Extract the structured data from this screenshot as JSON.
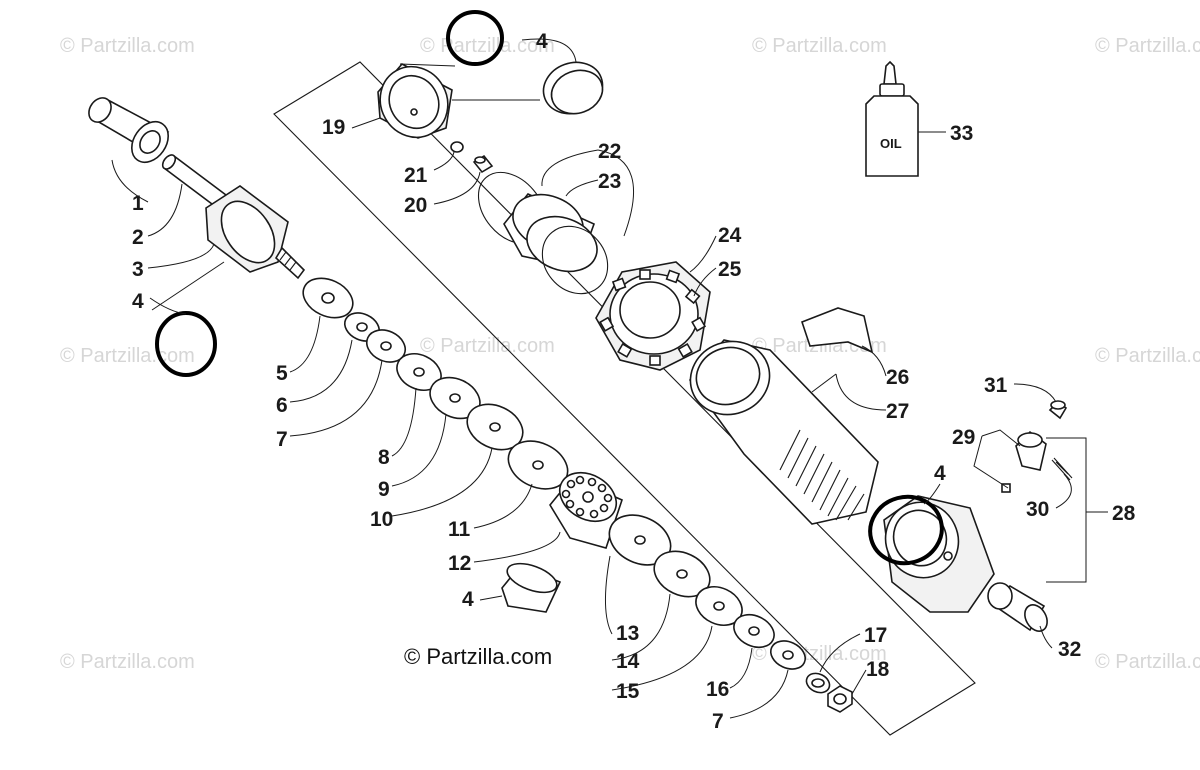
{
  "watermark_text": "© Partzilla.com",
  "copyright_text": "© Partzilla.com",
  "oil_label": "OIL",
  "callouts": {
    "c1": "1",
    "c2": "2",
    "c3": "3",
    "c4a": "4",
    "c4b": "4",
    "c4c": "4",
    "c4d": "4",
    "c5": "5",
    "c6": "6",
    "c7a": "7",
    "c7b": "7",
    "c8": "8",
    "c9": "9",
    "c10": "10",
    "c11": "11",
    "c12": "12",
    "c13": "13",
    "c14": "14",
    "c15": "15",
    "c16": "16",
    "c17": "17",
    "c18": "18",
    "c19": "19",
    "c20": "20",
    "c21": "21",
    "c22": "22",
    "c23": "23",
    "c24": "24",
    "c25": "25",
    "c26": "26",
    "c27": "27",
    "c28": "28",
    "c29": "29",
    "c30": "30",
    "c31": "31",
    "c32": "32",
    "c33": "33"
  }
}
